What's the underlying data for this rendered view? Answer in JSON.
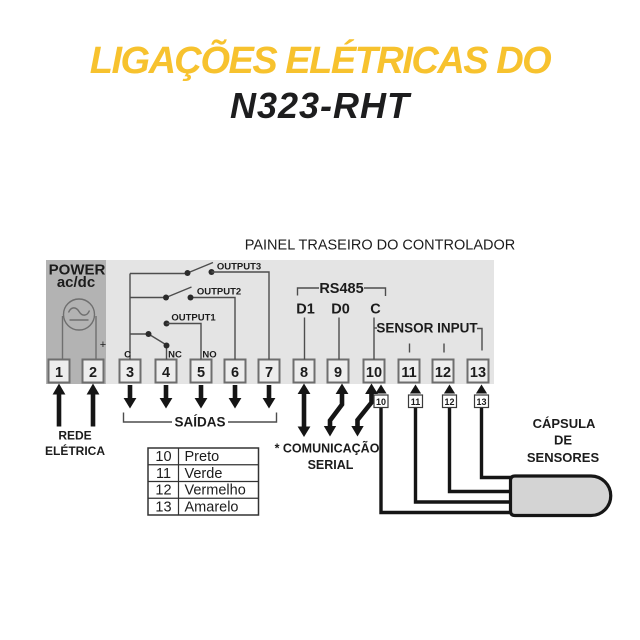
{
  "title": {
    "line1": "LIGAÇÕES ELÉTRICAS DO",
    "line2": "N323-RHT"
  },
  "colors": {
    "accent_yellow": "#F7C22E",
    "title_dark": "#1d1d1e",
    "panel_gray": "#E4E4E4",
    "power_block_gray": "#B3B3B3",
    "capsule_gray": "#D4D4D4",
    "wire_black": "#151515"
  },
  "panel": {
    "heading": "PAINEL TRASEIRO DO CONTROLADOR",
    "power": {
      "line1": "POWER",
      "line2": "ac/dc",
      "plus": "+"
    },
    "terminals": [
      "1",
      "2",
      "3",
      "4",
      "5",
      "6",
      "7",
      "8",
      "9",
      "10",
      "11",
      "12",
      "13"
    ],
    "contacts": {
      "c": "C",
      "nc": "NC",
      "no": "NO"
    },
    "outputs": {
      "out1": "OUTPUT1",
      "out2": "OUTPUT2",
      "out3": "OUTPUT3"
    },
    "rs485": {
      "title": "RS485",
      "d1": "D1",
      "d0": "D0",
      "c": "C"
    },
    "sensor_input": "SENSOR INPUT"
  },
  "labels": {
    "mains_line1": "REDE",
    "mains_line2": "ELÉTRICA",
    "outputs_bracket": "SAÍDAS",
    "serial_line1": "* COMUNICAÇÃO",
    "serial_line2": "SERIAL",
    "capsule_line1": "CÁPSULA",
    "capsule_line2": "DE",
    "capsule_line3": "SENSORES"
  },
  "wire_table": {
    "rows": [
      [
        "10",
        "Preto"
      ],
      [
        "11",
        "Verde"
      ],
      [
        "12",
        "Vermelho"
      ],
      [
        "13",
        "Amarelo"
      ]
    ]
  },
  "sensor_wires": {
    "w10": "10",
    "w11": "11",
    "w12": "12",
    "w13": "13"
  }
}
